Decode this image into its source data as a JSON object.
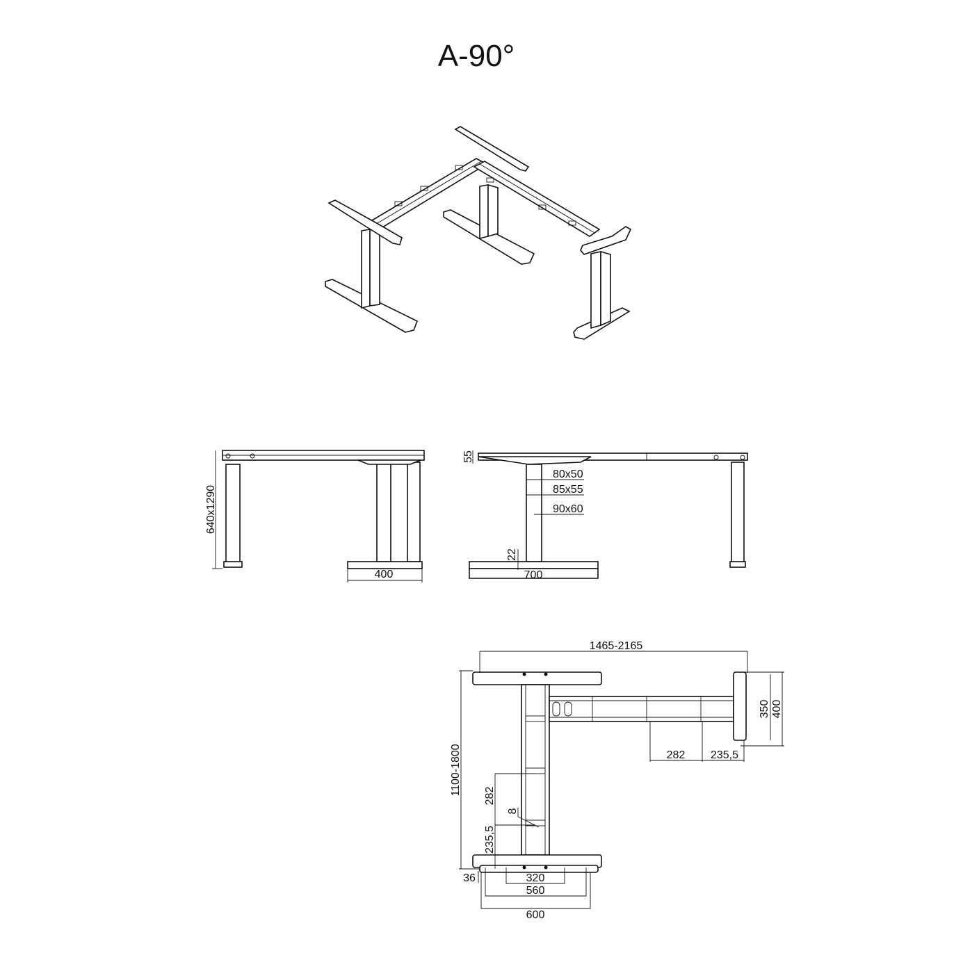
{
  "title": "A-90°",
  "side_view_left": {
    "height_range": "640x1290",
    "foot_width": "400"
  },
  "side_view_right": {
    "top_thickness": "55",
    "column_sections": [
      "80x50",
      "85x55",
      "90x60"
    ],
    "foot_height": "22",
    "foot_length": "700"
  },
  "top_view": {
    "width_range": "1465-2165",
    "depth_range": "1100-1800",
    "right_plate_inner": "350",
    "right_plate_outer": "400",
    "right_bracket_spacing": "282",
    "right_bracket_offset": "235,5",
    "lower_bracket_spacing": "282",
    "bracket_width": "8",
    "lower_bracket_offset": "235,5",
    "plate_offset": "36",
    "hole_spacing_inner": "320",
    "hole_spacing_outer": "560",
    "plate_length": "600"
  }
}
